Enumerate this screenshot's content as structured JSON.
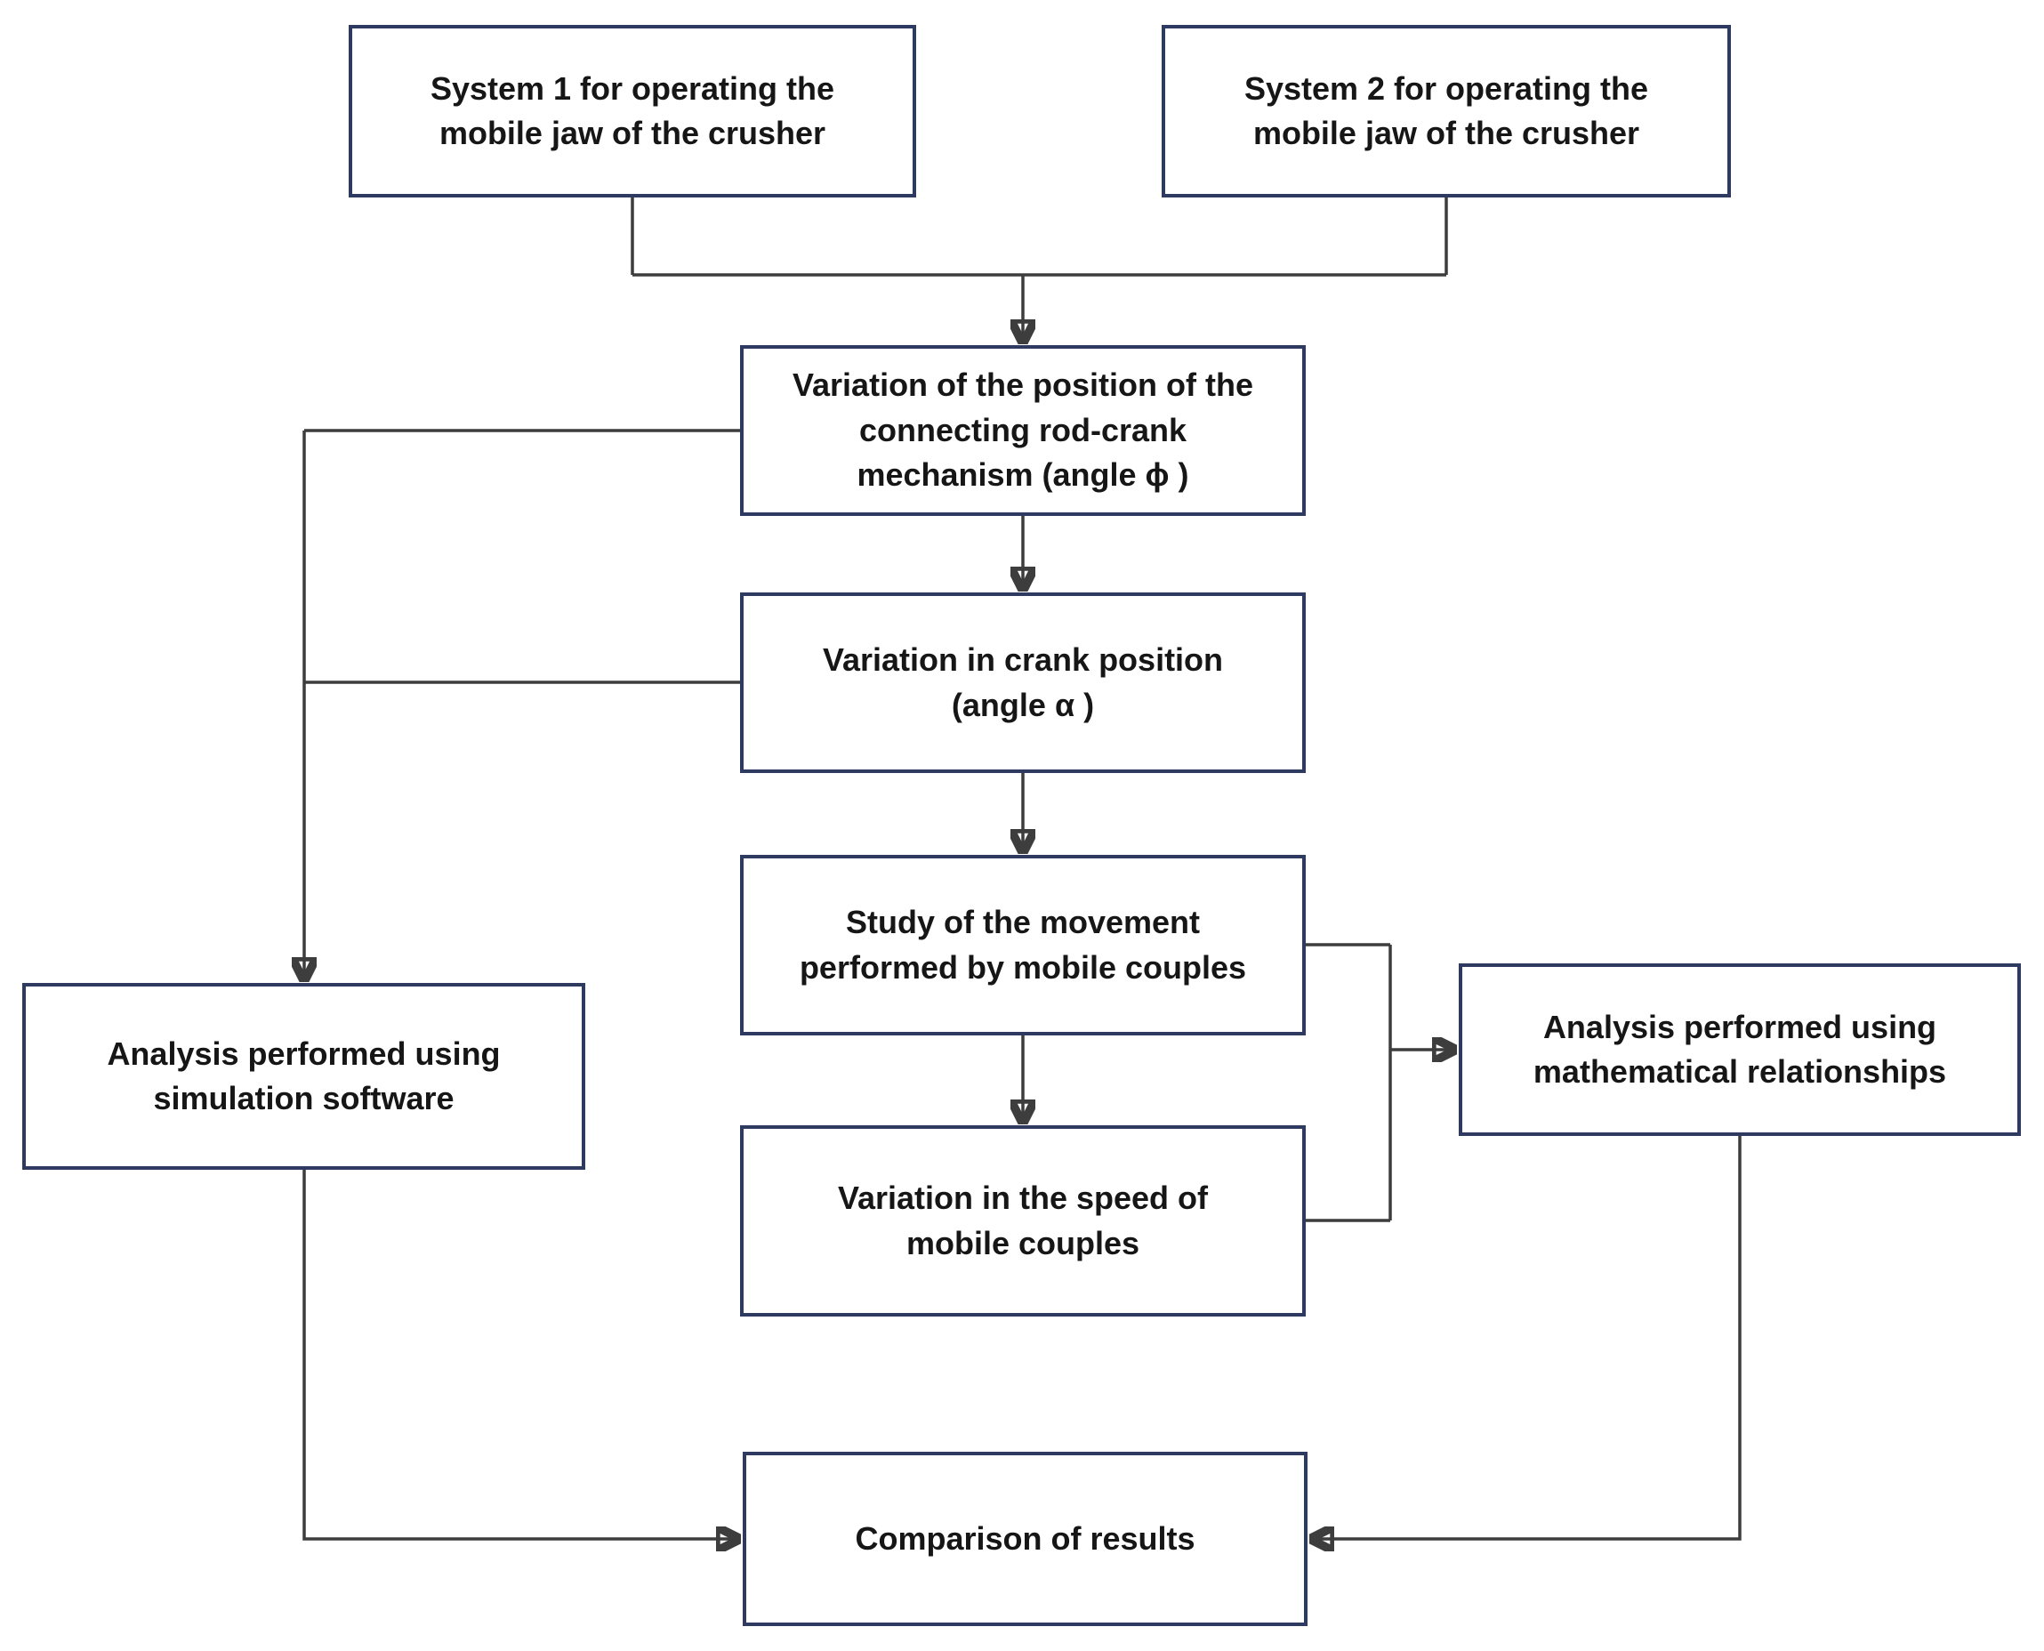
{
  "nodes": {
    "system1": {
      "label": "System 1 for operating the\nmobile jaw of the crusher"
    },
    "system2": {
      "label": "System 2 for operating the\nmobile jaw of the crusher"
    },
    "variation_position": {
      "label": "Variation of the position of the\nconnecting rod-crank\nmechanism (angle ϕ )"
    },
    "variation_crank": {
      "label": "Variation in crank position\n(angle α )"
    },
    "study_movement": {
      "label": "Study of the movement\nperformed by mobile couples"
    },
    "variation_speed": {
      "label": "Variation in the speed of\nmobile couples"
    },
    "analysis_simulation": {
      "label": "Analysis performed using\nsimulation software"
    },
    "analysis_mathematical": {
      "label": "Analysis performed using\nmathematical relationships"
    },
    "comparison": {
      "label": "Comparison of results"
    }
  },
  "colors": {
    "box_border": "#2e3a5f",
    "connector_line": "#3d3d3d",
    "arrowhead": "#1f1f1f",
    "text": "#161616",
    "background": "#ffffff"
  }
}
